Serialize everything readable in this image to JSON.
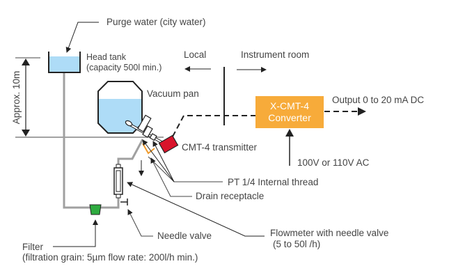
{
  "labels": {
    "purge_water": "Purge water (city water)",
    "head_tank_line1": "Head tank",
    "head_tank_line2": "(capacity 500l min.)",
    "local": "Local",
    "instrument_room": "Instrument room",
    "vacuum_pan": "Vacuum pan",
    "height": "Approx. 10m",
    "converter_line1": "X-CMT-4",
    "converter_line2": "Converter",
    "output": "Output 0 to 20 mA DC",
    "transmitter": "CMT-4 transmitter",
    "power": "100V or 110V AC",
    "pt_thread": "PT 1/4 Internal thread",
    "drain_receptacle": "Drain receptacle",
    "needle_valve": "Needle valve",
    "flowmeter_line1": "Flowmeter with needle valve",
    "flowmeter_line2": "(5 to 50l /h)",
    "filter_line1": "Filter",
    "filter_line2": "(filtration grain: 5µm flow rate: 200l/h min.)"
  },
  "colors": {
    "water": "#aedcf7",
    "converter": "#f7ab3a",
    "transmitter": "#d9142b",
    "filter": "#2eab3f",
    "drain": "#f09a2a",
    "pipe": "#a0a0a0",
    "outline": "#222222"
  }
}
